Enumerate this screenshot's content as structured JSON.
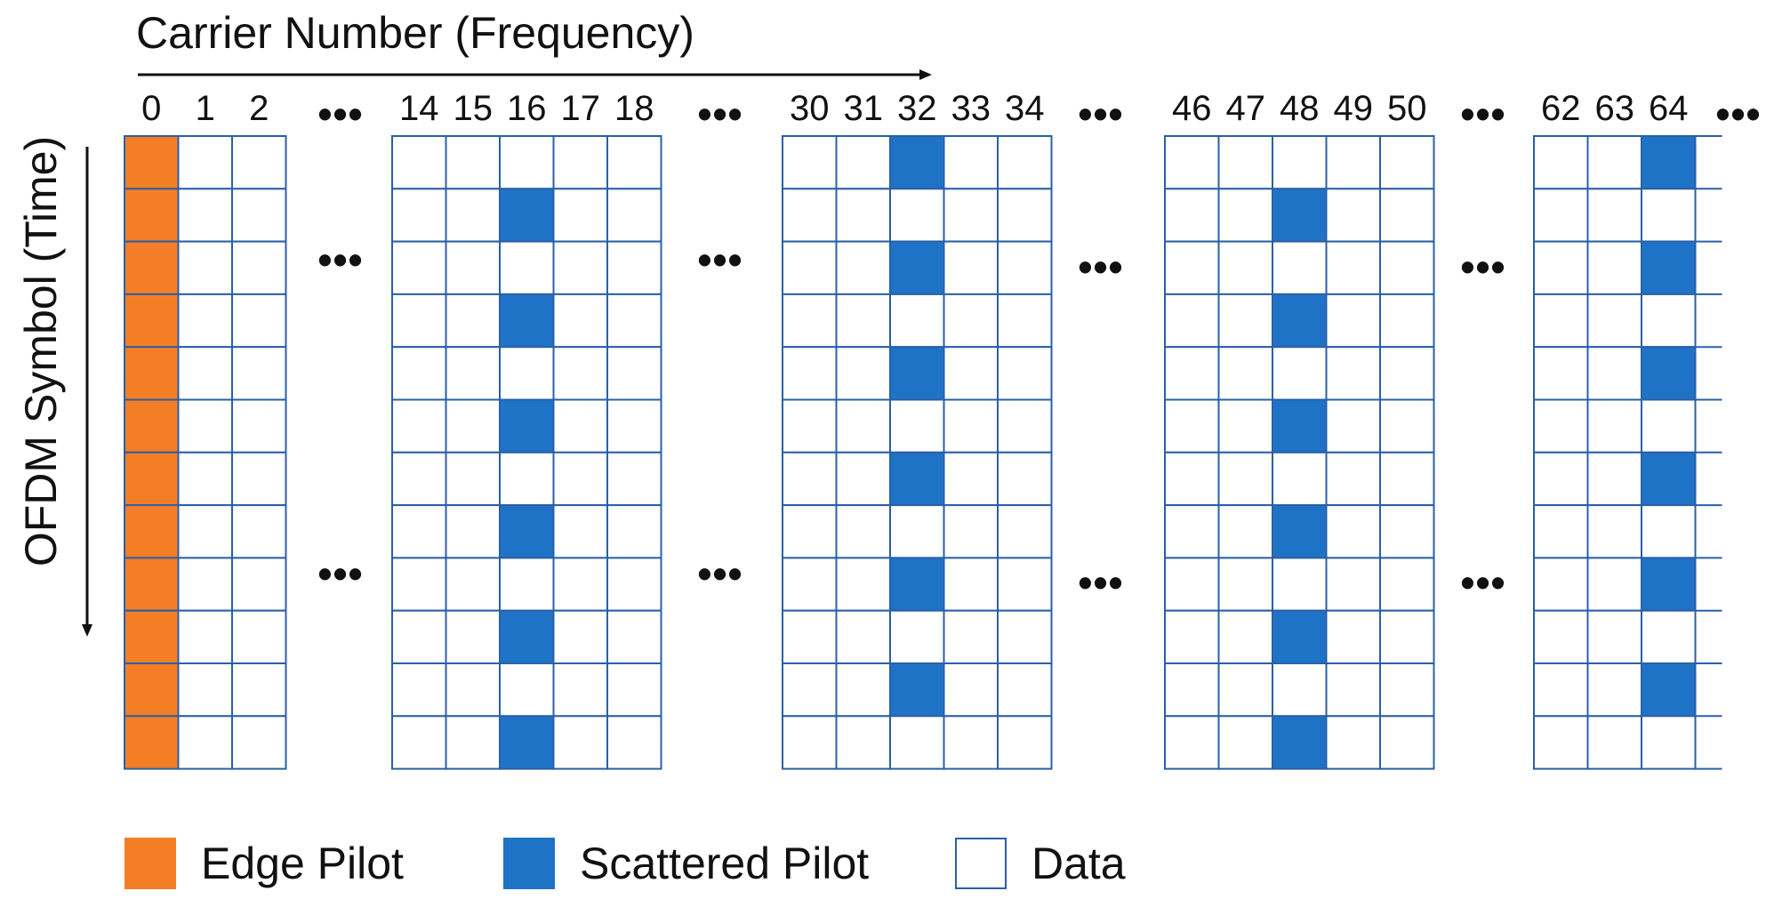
{
  "x_axis_title": "Carrier Number (Frequency)",
  "y_axis_title": "OFDM Symbol (Time)",
  "ellipsis": "•••",
  "colors": {
    "edge_pilot": "#F47E25",
    "scattered_pilot": "#1F73C6",
    "grid_line": "#2A5FA8",
    "data": "#FFFFFF"
  },
  "num_symbols": 12,
  "groups": [
    {
      "carriers": [
        "0",
        "1",
        "2"
      ],
      "edge_pilot_column": 0,
      "scattered_pilot_column": null,
      "scattered_pilot_rows": []
    },
    {
      "carriers": [
        "14",
        "15",
        "16",
        "17",
        "18"
      ],
      "edge_pilot_column": null,
      "scattered_pilot_column": 2,
      "scattered_pilot_rows": [
        1,
        3,
        5,
        7,
        9,
        11
      ]
    },
    {
      "carriers": [
        "30",
        "31",
        "32",
        "33",
        "34"
      ],
      "edge_pilot_column": null,
      "scattered_pilot_column": 2,
      "scattered_pilot_rows": [
        0,
        2,
        4,
        6,
        8,
        10
      ]
    },
    {
      "carriers": [
        "46",
        "47",
        "48",
        "49",
        "50"
      ],
      "edge_pilot_column": null,
      "scattered_pilot_column": 2,
      "scattered_pilot_rows": [
        1,
        3,
        5,
        7,
        9,
        11
      ]
    },
    {
      "carriers": [
        "62",
        "63",
        "64"
      ],
      "edge_pilot_column": null,
      "scattered_pilot_column": 2,
      "scattered_pilot_rows": [
        0,
        2,
        4,
        6,
        8,
        10
      ],
      "open_right": true
    }
  ],
  "legend": [
    {
      "label": "Edge Pilot",
      "type": "edge_pilot"
    },
    {
      "label": "Scattered Pilot",
      "type": "scattered_pilot"
    },
    {
      "label": "Data",
      "type": "data"
    }
  ]
}
